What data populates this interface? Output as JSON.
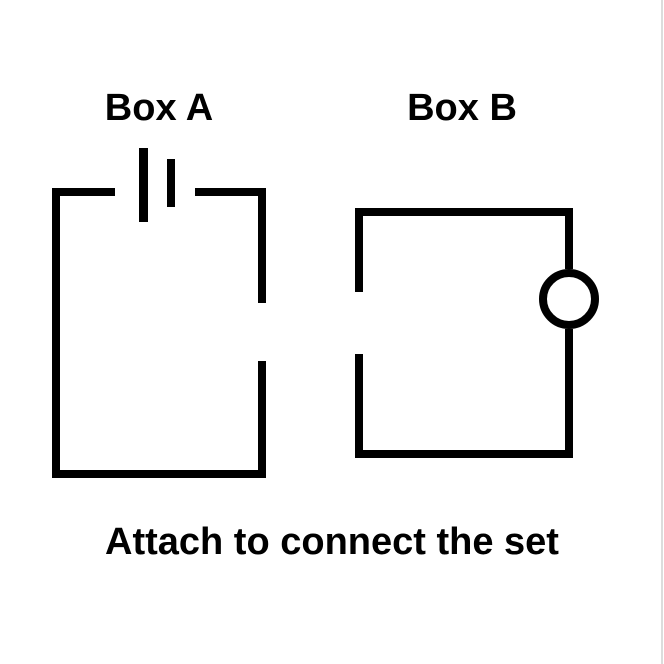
{
  "page": {
    "background_color": "#ffffff",
    "stroke_color": "#000000",
    "text_color": "#000000",
    "edge_line_color": "#dcdcdc"
  },
  "diagram": {
    "boxes": [
      {
        "id": "box-a",
        "label": "Box A",
        "component": "battery-cell",
        "component_icon": "battery-icon",
        "open_side": "right"
      },
      {
        "id": "box-b",
        "label": "Box B",
        "component": "lamp",
        "component_icon": "lamp-icon",
        "open_side": "left"
      }
    ]
  },
  "caption": {
    "text": "Attach to connect the set"
  }
}
